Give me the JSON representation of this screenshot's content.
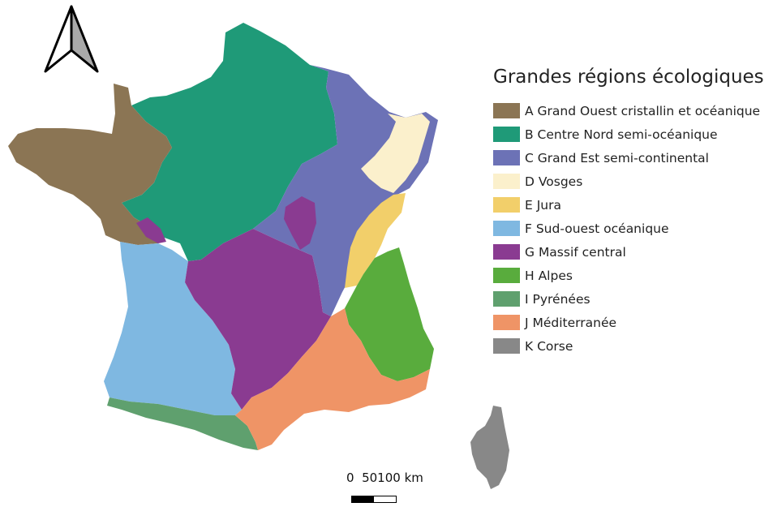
{
  "legend": {
    "title": "Grandes régions écologiques",
    "items": [
      {
        "label": "A Grand Ouest cristallin et océanique",
        "color": "#8b7554"
      },
      {
        "label": "B Centre Nord semi-océanique",
        "color": "#1f9a78"
      },
      {
        "label": "C Grand Est semi-continental",
        "color": "#6c72b6"
      },
      {
        "label": "D Vosges",
        "color": "#fbf0cc"
      },
      {
        "label": "E Jura",
        "color": "#f2cf6a"
      },
      {
        "label": "F Sud-ouest océanique",
        "color": "#7fb8e1"
      },
      {
        "label": "G Massif central",
        "color": "#8a3b91"
      },
      {
        "label": "H Alpes",
        "color": "#59ac3d"
      },
      {
        "label": "I Pyrénées",
        "color": "#5fa06e"
      },
      {
        "label": "J Méditerranée",
        "color": "#ef9466"
      },
      {
        "label": "K Corse",
        "color": "#888888"
      }
    ]
  },
  "scale": {
    "label": "0  50100 km"
  },
  "north_arrow": {
    "icon": "north-arrow-icon"
  }
}
